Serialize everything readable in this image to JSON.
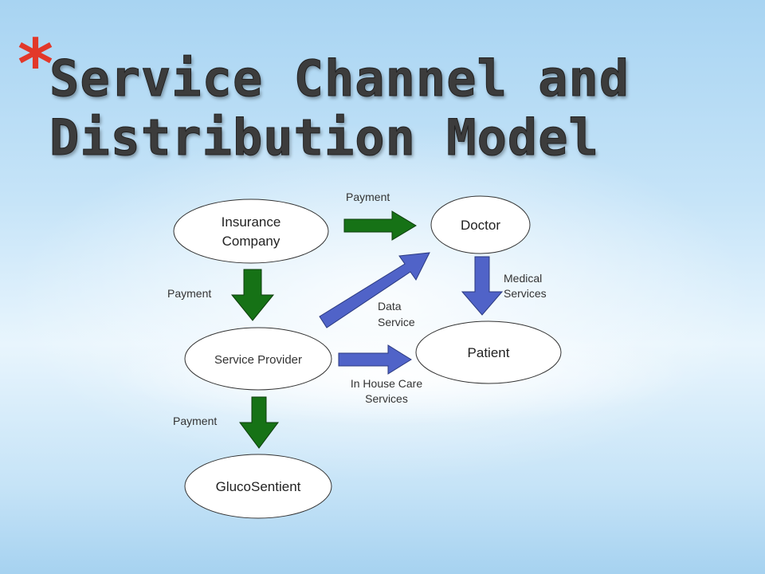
{
  "slide": {
    "bullet": "*",
    "title_line1": "Service Channel and",
    "title_line2": "Distribution Model"
  },
  "nodes": {
    "insurance_line1": "Insurance",
    "insurance_line2": "Company",
    "doctor": "Doctor",
    "service_provider": "Service Provider",
    "patient": "Patient",
    "glucosentient": "GlucoSentient"
  },
  "edges": {
    "insurance_to_doctor": "Payment",
    "insurance_to_provider": "Payment",
    "doctor_to_patient_line1": "Medical",
    "doctor_to_patient_line2": "Services",
    "provider_to_doctor_line1": "Data",
    "provider_to_doctor_line2": "Service",
    "provider_to_patient_line1": "In House Care",
    "provider_to_patient_line2": "Services",
    "provider_to_glucosentient": "Payment"
  },
  "colors": {
    "payment_arrow": "#167216",
    "service_arrow": "#5063c8",
    "bullet": "#e2382a"
  }
}
